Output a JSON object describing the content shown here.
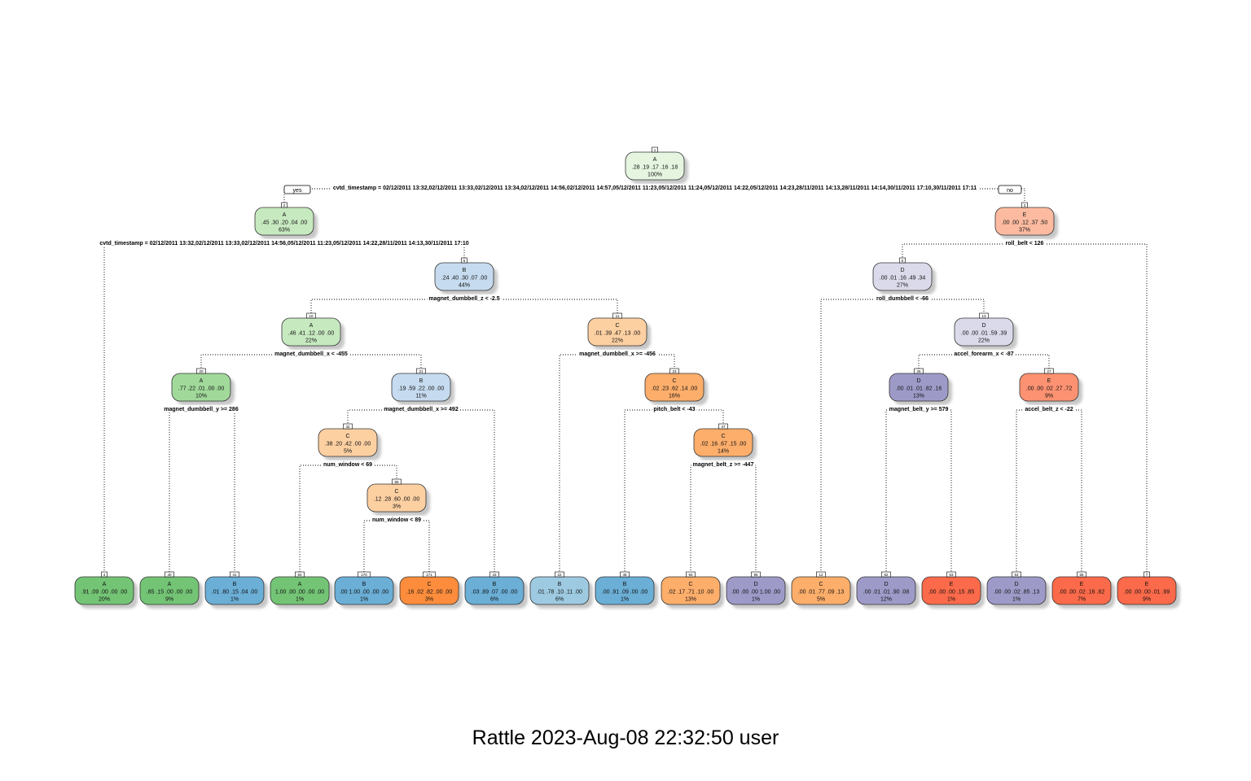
{
  "caption": "Rattle 2023-Aug-08 22:32:50 user",
  "branch_labels": {
    "yes": "yes",
    "no": "no"
  },
  "colors": {
    "A": [
      "#c7e9c0",
      "#a1d99b",
      "#74c476"
    ],
    "B": [
      "#c6dbef",
      "#9ecae1",
      "#6baed6"
    ],
    "C": [
      "#fdd0a2",
      "#fdae6b",
      "#fd8d3c"
    ],
    "D": [
      "#dadaeb",
      "#bcbddc",
      "#9e9ac8"
    ],
    "E": [
      "#fcbba1",
      "#fc9272",
      "#fb6a4a"
    ],
    "root": "#e5f5e0"
  },
  "nodes": [
    {
      "id": "1",
      "cls": "A",
      "probs": ".28 .19 .17 .16 .18",
      "pct": "100%",
      "shade": "root"
    },
    {
      "id": "2",
      "cls": "A",
      "probs": ".45 .30 .20 .04 .00",
      "pct": "63%",
      "shade": 0
    },
    {
      "id": "3",
      "cls": "E",
      "probs": ".00 .00 .12 .37 .50",
      "pct": "37%",
      "shade": 0
    },
    {
      "id": "5",
      "cls": "B",
      "probs": ".24 .40 .30 .07 .00",
      "pct": "44%",
      "shade": 0
    },
    {
      "id": "6",
      "cls": "D",
      "probs": ".00 .01 .16 .49 .34",
      "pct": "27%",
      "shade": 0
    },
    {
      "id": "10",
      "cls": "A",
      "probs": ".46 .41 .12 .00 .00",
      "pct": "22%",
      "shade": 0
    },
    {
      "id": "11",
      "cls": "C",
      "probs": ".01 .39 .47 .13 .00",
      "pct": "22%",
      "shade": 0
    },
    {
      "id": "13",
      "cls": "D",
      "probs": ".00 .00 .01 .59 .39",
      "pct": "22%",
      "shade": 0
    },
    {
      "id": "20",
      "cls": "A",
      "probs": ".77 .22 .01 .00 .00",
      "pct": "10%",
      "shade": 1
    },
    {
      "id": "21",
      "cls": "B",
      "probs": ".19 .59 .22 .00 .00",
      "pct": "11%",
      "shade": 0
    },
    {
      "id": "23",
      "cls": "C",
      "probs": ".02 .23 .62 .14 .00",
      "pct": "16%",
      "shade": 1
    },
    {
      "id": "26",
      "cls": "D",
      "probs": ".00 .01 .01 .82 .16",
      "pct": "13%",
      "shade": 2
    },
    {
      "id": "27",
      "cls": "E",
      "probs": ".00 .00 .02 .27 .72",
      "pct": "9%",
      "shade": 1
    },
    {
      "id": "42",
      "cls": "C",
      "probs": ".38 .20 .42 .00 .00",
      "pct": "5%",
      "shade": 0
    },
    {
      "id": "47",
      "cls": "C",
      "probs": ".02 .16 .67 .15 .00",
      "pct": "14%",
      "shade": 1
    },
    {
      "id": "85",
      "cls": "C",
      "probs": ".12 .28 .60 .00 .00",
      "pct": "3%",
      "shade": 0
    },
    {
      "id": "4",
      "cls": "A",
      "probs": ".91 .09 .00 .00 .00",
      "pct": "20%",
      "shade": 2
    },
    {
      "id": "40",
      "cls": "A",
      "probs": ".85 .15 .00 .00 .00",
      "pct": "9%",
      "shade": 2
    },
    {
      "id": "41",
      "cls": "B",
      "probs": ".01 .80 .15 .04 .00",
      "pct": "1%",
      "shade": 2
    },
    {
      "id": "84",
      "cls": "A",
      "probs": "1.00 .00 .00 .00 .00",
      "pct": "1%",
      "shade": 2
    },
    {
      "id": "170",
      "cls": "B",
      "probs": ".00 1.00 .00 .00 .00",
      "pct": "1%",
      "shade": 2
    },
    {
      "id": "171",
      "cls": "C",
      "probs": ".16 .02 .82 .00 .00",
      "pct": "3%",
      "shade": 2
    },
    {
      "id": "43",
      "cls": "B",
      "probs": ".03 .89 .07 .00 .00",
      "pct": "6%",
      "shade": 2
    },
    {
      "id": "22",
      "cls": "B",
      "probs": ".01 .78 .10 .11 .00",
      "pct": "6%",
      "shade": 1
    },
    {
      "id": "46",
      "cls": "B",
      "probs": ".00 .91 .09 .00 .00",
      "pct": "1%",
      "shade": 2
    },
    {
      "id": "94",
      "cls": "C",
      "probs": ".02 .17 .71 .10 .00",
      "pct": "13%",
      "shade": 1
    },
    {
      "id": "95",
      "cls": "D",
      "probs": ".00 .00 .00 1.00 .00",
      "pct": "1%",
      "shade": 2
    },
    {
      "id": "12",
      "cls": "C",
      "probs": ".00 .01 .77 .09 .13",
      "pct": "5%",
      "shade": 1
    },
    {
      "id": "52",
      "cls": "D",
      "probs": ".00 .01 .01 .90 .08",
      "pct": "12%",
      "shade": 2
    },
    {
      "id": "53",
      "cls": "E",
      "probs": ".00 .00 .00 .15 .85",
      "pct": "1%",
      "shade": 2
    },
    {
      "id": "54",
      "cls": "D",
      "probs": ".00 .00 .02 .85 .13",
      "pct": "1%",
      "shade": 2
    },
    {
      "id": "55",
      "cls": "E",
      "probs": ".00 .00 .02 .16 .82",
      "pct": "7%",
      "shade": 2
    },
    {
      "id": "7",
      "cls": "E",
      "probs": ".00 .00 .00 .01 .99",
      "pct": "9%",
      "shade": 2
    }
  ],
  "splits": [
    {
      "id": "s1",
      "text": "cvtd_timestamp = 02/12/2011 13:32,02/12/2011 13:33,02/12/2011 13:34,02/12/2011 14:56,02/12/2011 14:57,05/12/2011 11:23,05/12/2011 11:24,05/12/2011 14:22,05/12/2011 14:23,28/11/2011 14:13,28/11/2011 14:14,30/11/2011 17:10,30/11/2011 17:11"
    },
    {
      "id": "s2",
      "text": "cvtd_timestamp = 02/12/2011 13:32,02/12/2011 13:33,02/12/2011 14:56,05/12/2011 11:23,05/12/2011 14:22,28/11/2011 14:13,30/11/2011 17:10"
    },
    {
      "id": "s3",
      "text": "roll_belt < 126"
    },
    {
      "id": "s5",
      "text": "magnet_dumbbell_z < -2.5"
    },
    {
      "id": "s6",
      "text": "roll_dumbbell < -66"
    },
    {
      "id": "s10",
      "text": "magnet_dumbbell_x < -455"
    },
    {
      "id": "s11",
      "text": "magnet_dumbbell_x >= -456"
    },
    {
      "id": "s13",
      "text": "accel_forearm_x < -87"
    },
    {
      "id": "s20",
      "text": "magnet_dumbbell_y >= 286"
    },
    {
      "id": "s21",
      "text": "magnet_dumbbell_x >= 492"
    },
    {
      "id": "s23",
      "text": "pitch_belt < -43"
    },
    {
      "id": "s26",
      "text": "magnet_belt_y >= 579"
    },
    {
      "id": "s27",
      "text": "accel_belt_z < -22"
    },
    {
      "id": "s42",
      "text": "num_window < 69"
    },
    {
      "id": "s47",
      "text": "magnet_belt_z >= -447"
    },
    {
      "id": "s85",
      "text": "num_window < 89"
    }
  ]
}
